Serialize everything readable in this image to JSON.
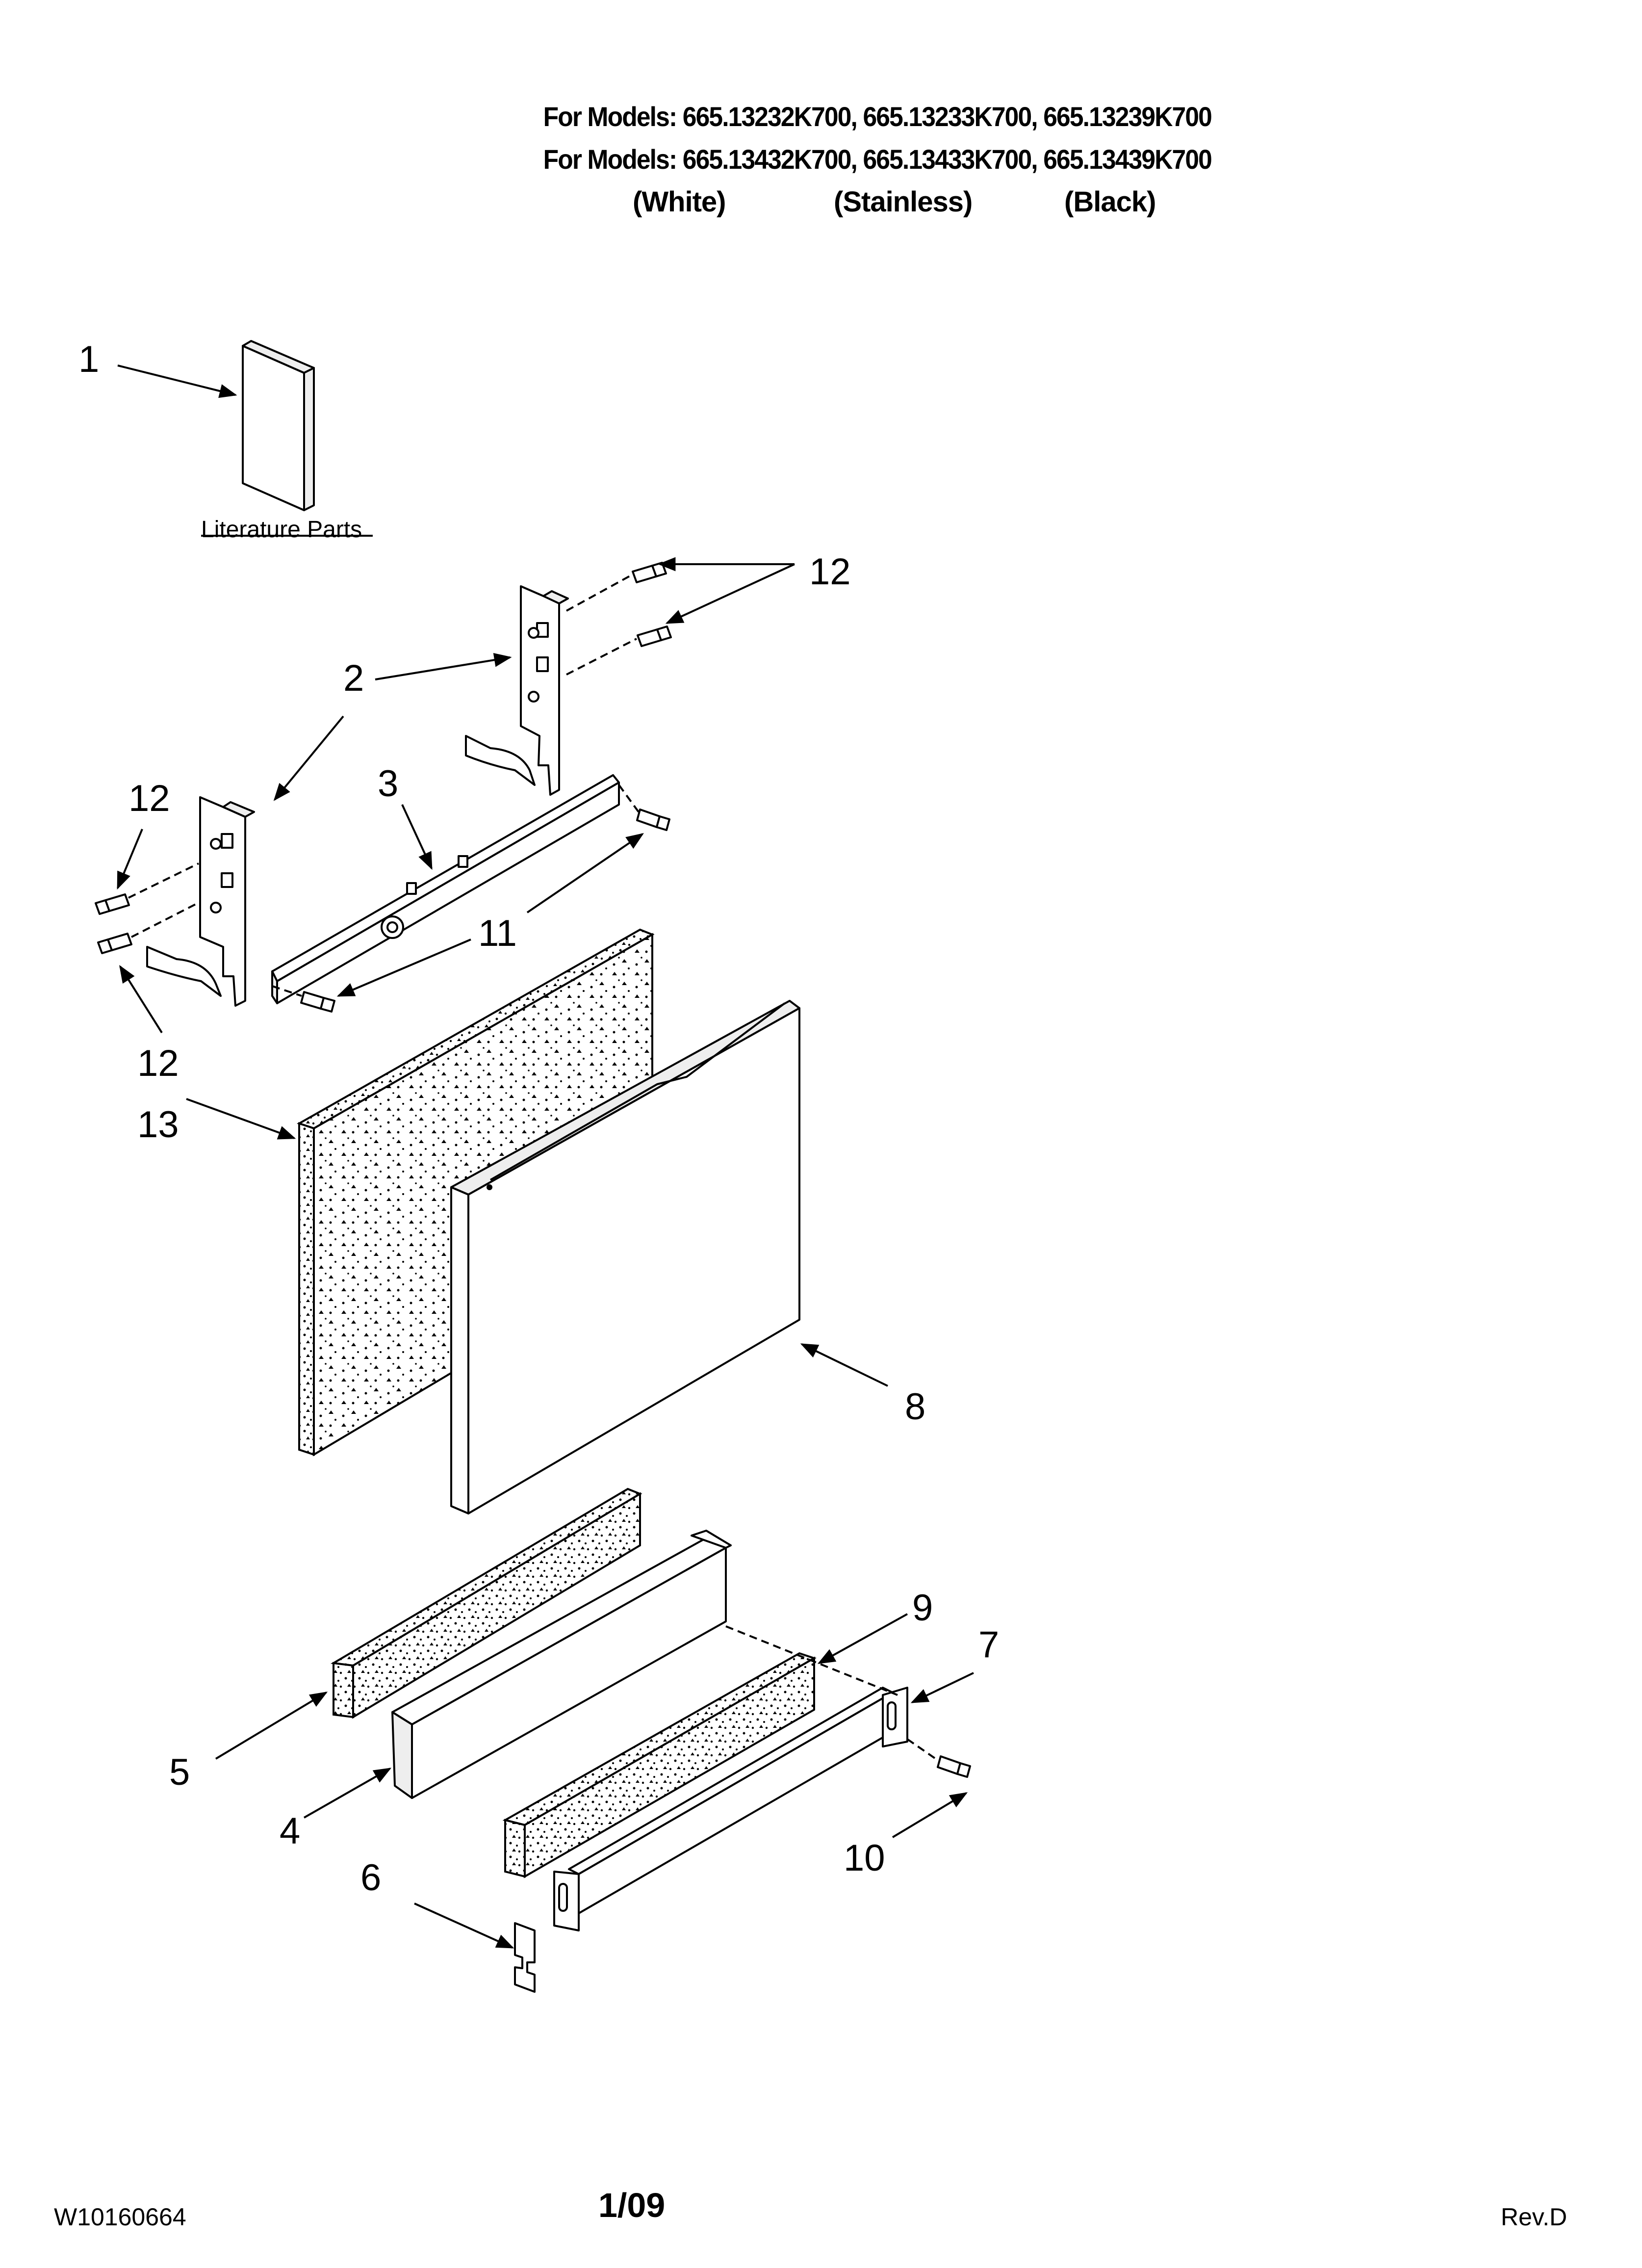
{
  "header": {
    "line1": "For Models: 665.13232K700, 665.13233K700, 665.13239K700",
    "line2": "For Models: 665.13432K700, 665.13433K700, 665.13439K700",
    "variants": [
      "(White)",
      "(Stainless)",
      "(Black)"
    ]
  },
  "literature_label": "Literature Parts",
  "callouts": {
    "c1": "1",
    "c12a": "12",
    "c2": "2",
    "c12b": "12",
    "c3": "3",
    "c11": "11",
    "c12c": "12",
    "c13": "13",
    "c8": "8",
    "c9": "9",
    "c7": "7",
    "c5": "5",
    "c4": "4",
    "c10": "10",
    "c6": "6"
  },
  "footer": {
    "doc_number": "W10160664",
    "date": "1/09",
    "revision": "Rev.D"
  }
}
